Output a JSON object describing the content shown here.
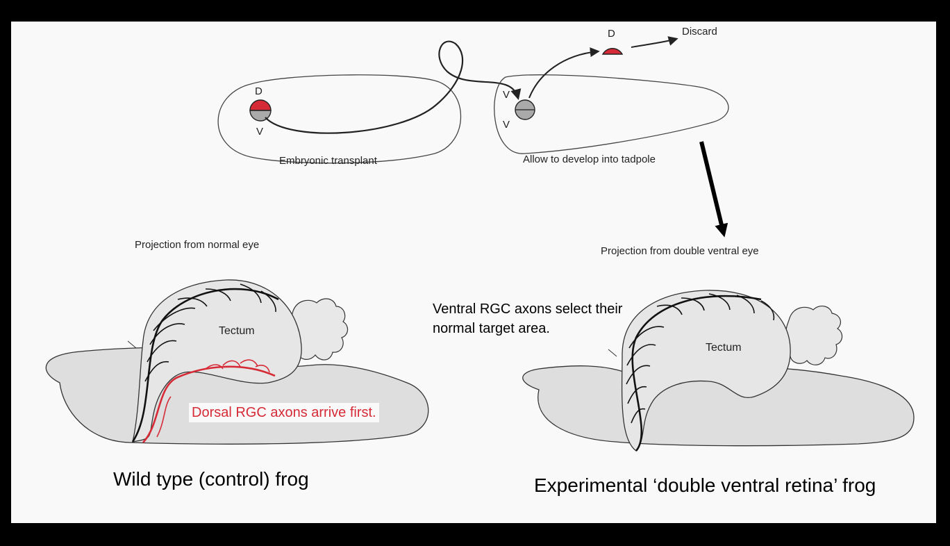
{
  "transplant": {
    "dorsal_label": "D",
    "ventral_label": "V",
    "embryo_caption": "Embryonic transplant",
    "tadpole_caption": "Allow to develop into tadpole",
    "ventral_upper_label": "V",
    "ventral_lower_label": "V",
    "removed_dorsal_label": "D",
    "discard_label": "Discard"
  },
  "left_panel": {
    "projection_label": "Projection from normal eye",
    "tectum_label": "Tectum",
    "dorsal_note": "Dorsal RGC axons arrive first.",
    "caption": "Wild type (control) frog"
  },
  "right_panel": {
    "projection_label": "Projection from double ventral eye",
    "tectum_label": "Tectum",
    "ventral_note": "Ventral RGC axons select their normal target area.",
    "caption": "Experimental ‘double ventral retina’ frog"
  },
  "colors": {
    "dorsal_red": "#d62a36",
    "ventral_gray": "#a9a9a9",
    "tissue_gray": "#dcdcdc",
    "outline": "#222222"
  }
}
